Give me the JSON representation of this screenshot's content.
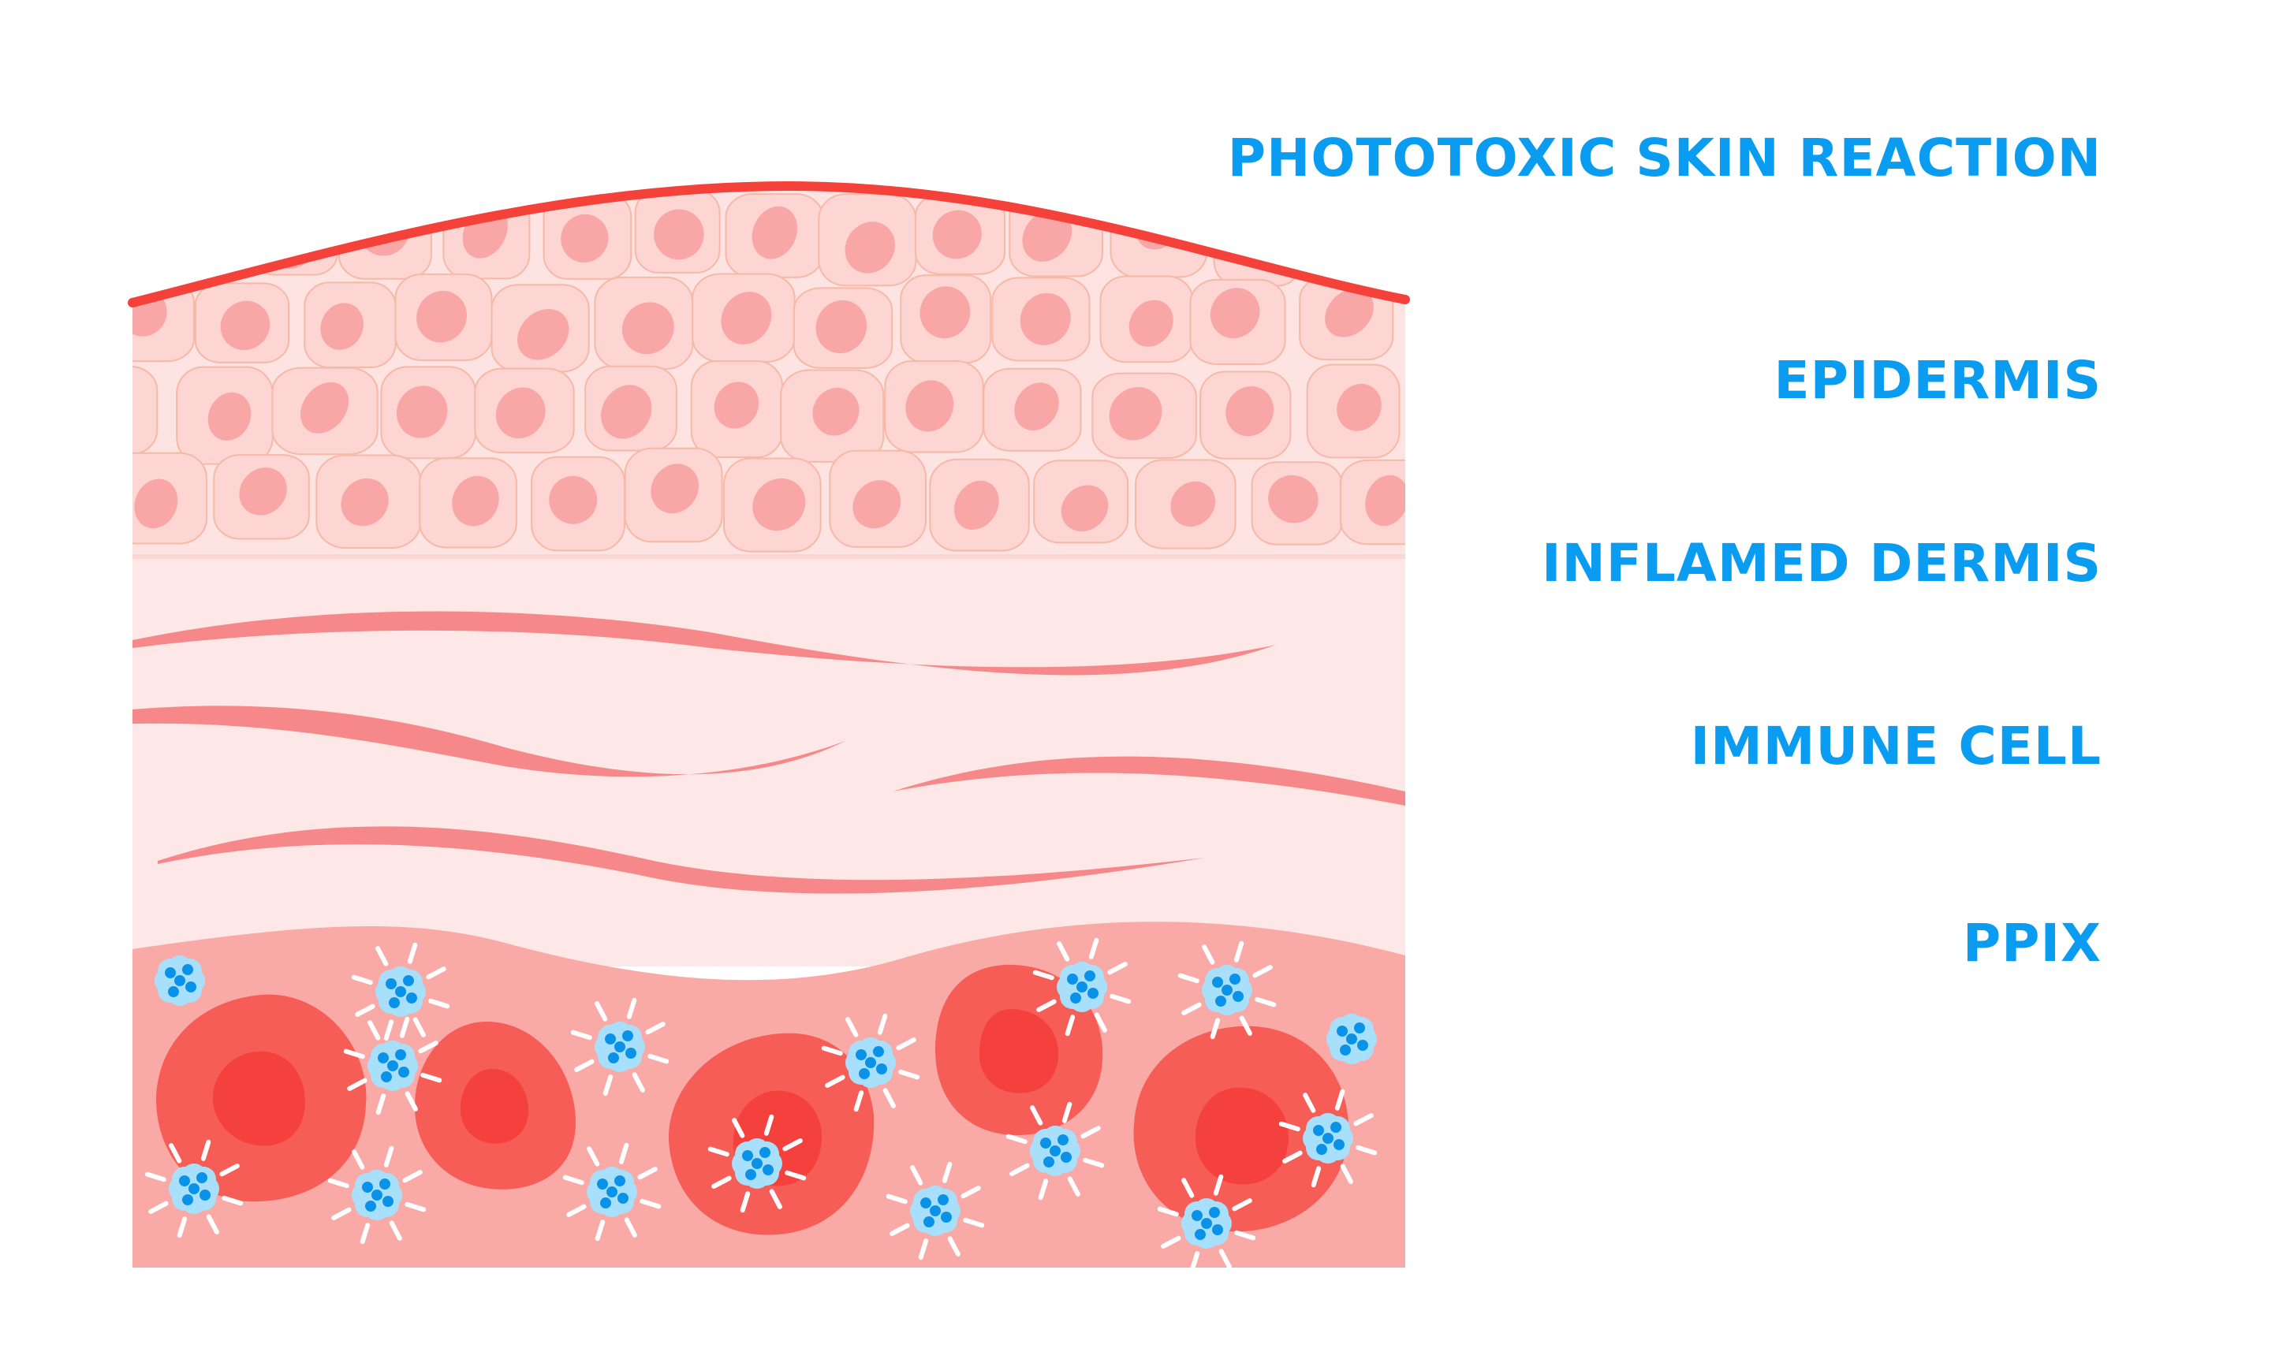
{
  "title": "PHOTOTOXIC SKIN REACTION",
  "labels": {
    "epidermis": "EPIDERMIS",
    "inflamed_dermis": "INFLAMED DERMIS",
    "immune_cell": "IMMUNE CELL",
    "ppix": "PPIX"
  },
  "colors": {
    "label_text": "#0a9cf0",
    "surface_line": "#f4413a",
    "epidermis_bg": "#fde3e1",
    "keratinocyte_fill": "#fdd5d2",
    "keratinocyte_stroke": "#f5b9a6",
    "nucleus": "#f8a7a6",
    "dermis_bg": "#fde8e7",
    "collagen_fiber": "#f6888a",
    "inflamed_layer": "#f9aaa7",
    "immune_cell_outer": "#f65d57",
    "immune_cell_inner": "#f4413d",
    "ppix_body": "#a8e0fb",
    "ppix_dot": "#0a92e8",
    "ppix_ray": "#ffffff"
  },
  "icons": {
    "immune_cell": "immune-cell-icon",
    "ppix": "ppix-molecule-icon"
  }
}
